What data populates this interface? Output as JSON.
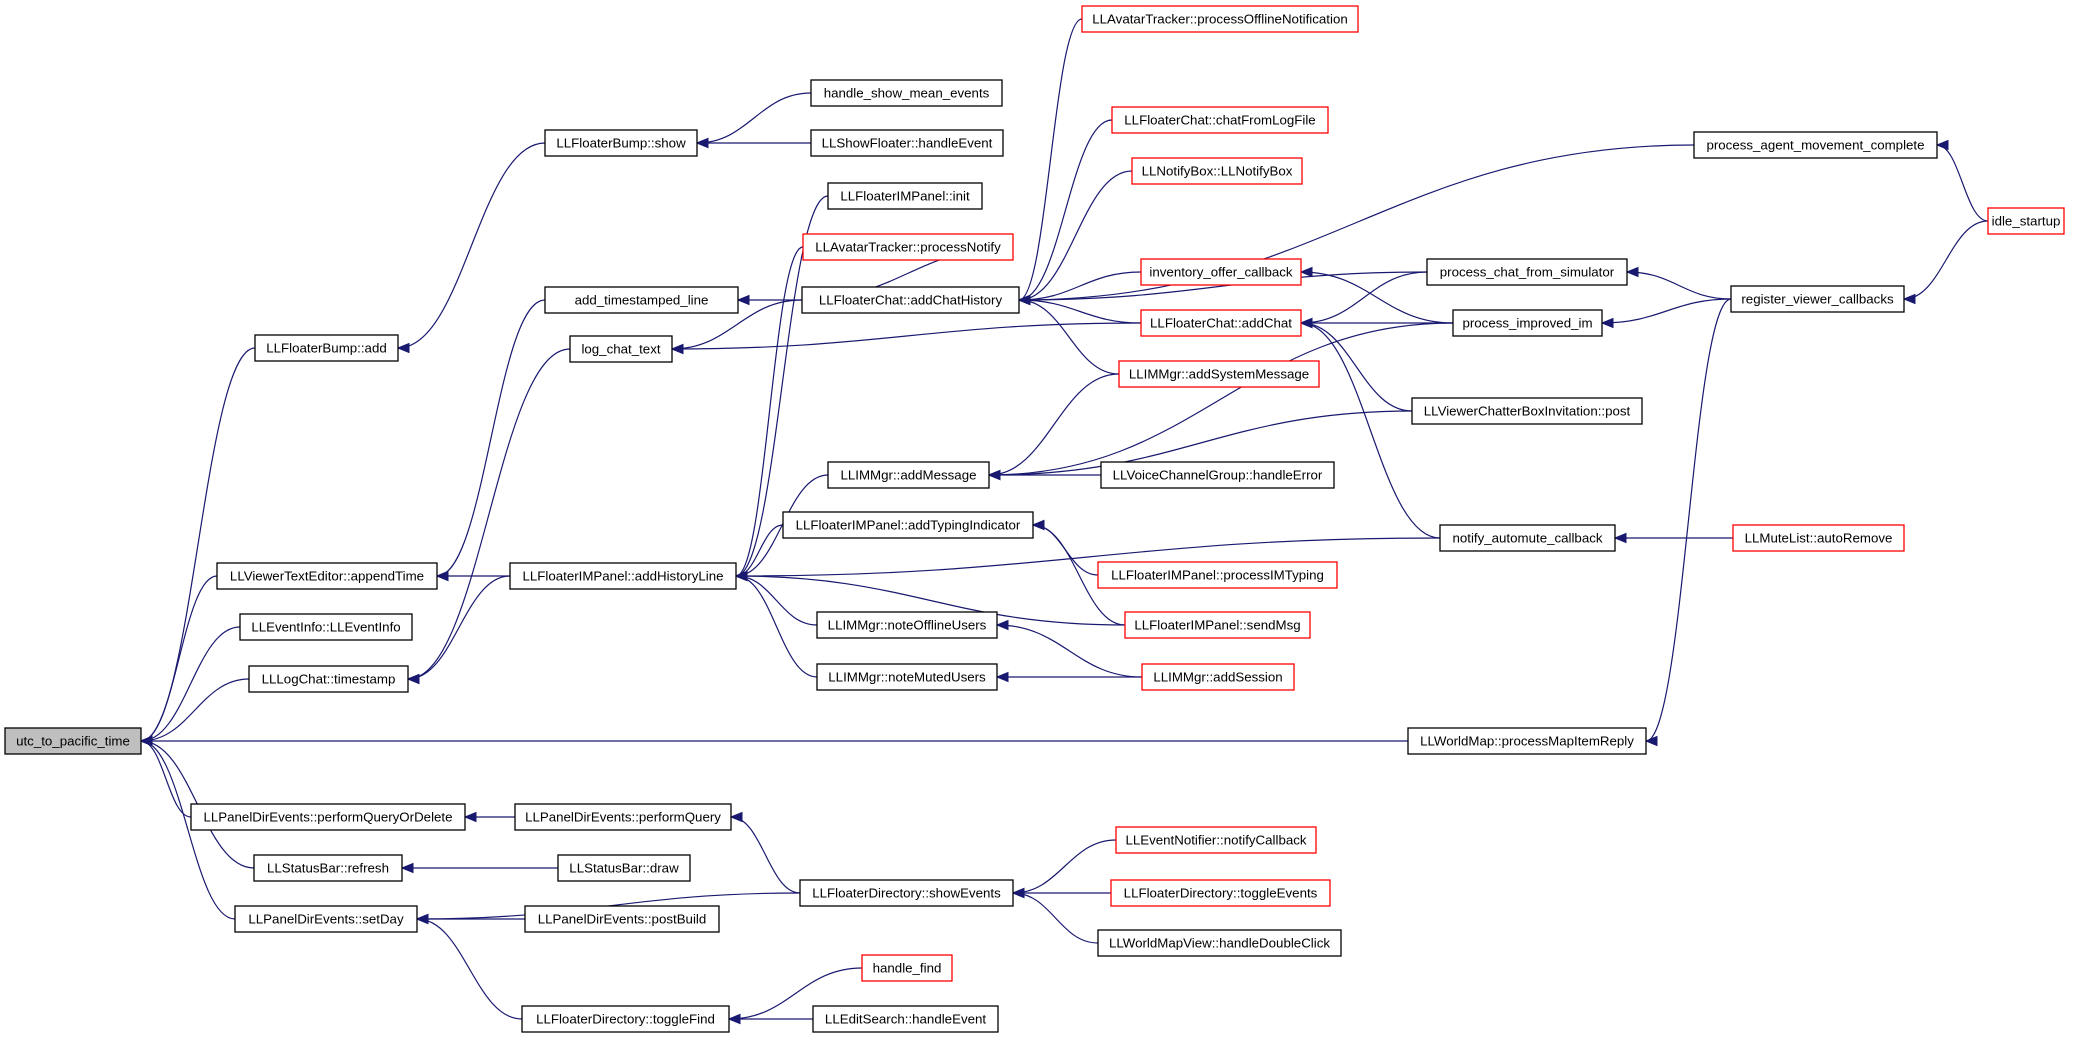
{
  "graph": {
    "title": "",
    "colors": {
      "edge": "#191970",
      "linked_border": "#000000",
      "external_border": "#ff0000",
      "root_fill": "#bfbfbf",
      "node_fill": "#ffffff"
    },
    "nodes": [
      {
        "id": "n0",
        "label": "utc_to_pacific_time",
        "style": "root"
      },
      {
        "id": "n1",
        "label": "LLFloaterBump::add",
        "style": "normal"
      },
      {
        "id": "n2",
        "label": "LLFloaterBump::show",
        "style": "normal"
      },
      {
        "id": "n3",
        "label": "handle_show_mean_events",
        "style": "normal"
      },
      {
        "id": "n4",
        "label": "LLShowFloater::handleEvent",
        "style": "normal"
      },
      {
        "id": "n5",
        "label": "LLViewerTextEditor::appendTime",
        "style": "normal"
      },
      {
        "id": "n6",
        "label": "add_timestamped_line",
        "style": "normal"
      },
      {
        "id": "n7",
        "label": "LLFloaterChat::addChatHistory",
        "style": "normal"
      },
      {
        "id": "n8",
        "label": "LLFloaterIMPanel::addHistoryLine",
        "style": "normal"
      },
      {
        "id": "n9",
        "label": "LLEventInfo::LLEventInfo",
        "style": "normal"
      },
      {
        "id": "n10",
        "label": "LLLogChat::timestamp",
        "style": "normal"
      },
      {
        "id": "n11",
        "label": "log_chat_text",
        "style": "normal"
      },
      {
        "id": "n12",
        "label": "LLPanelDirEvents::performQueryOrDelete",
        "style": "normal"
      },
      {
        "id": "n13",
        "label": "LLPanelDirEvents::performQuery",
        "style": "normal"
      },
      {
        "id": "n14",
        "label": "LLFloaterDirectory::showEvents",
        "style": "normal"
      },
      {
        "id": "n15",
        "label": "LLStatusBar::refresh",
        "style": "normal"
      },
      {
        "id": "n16",
        "label": "LLStatusBar::draw",
        "style": "normal"
      },
      {
        "id": "n17",
        "label": "LLPanelDirEvents::setDay",
        "style": "normal"
      },
      {
        "id": "n18",
        "label": "LLPanelDirEvents::postBuild",
        "style": "normal"
      },
      {
        "id": "n19",
        "label": "LLFloaterDirectory::toggleFind",
        "style": "normal"
      },
      {
        "id": "n20",
        "label": "LLWorldMap::processMapItemReply",
        "style": "normal"
      },
      {
        "id": "n21",
        "label": "register_viewer_callbacks",
        "style": "normal"
      },
      {
        "id": "n22",
        "label": "idle_startup",
        "style": "external"
      },
      {
        "id": "n23",
        "label": "LLAvatarTracker::processOfflineNotification",
        "style": "external"
      },
      {
        "id": "n24",
        "label": "LLFloaterChat::chatFromLogFile",
        "style": "external"
      },
      {
        "id": "n25",
        "label": "LLNotifyBox::LLNotifyBox",
        "style": "external"
      },
      {
        "id": "n26",
        "label": "LLAvatarTracker::processNotify",
        "style": "external"
      },
      {
        "id": "n27",
        "label": "inventory_offer_callback",
        "style": "external"
      },
      {
        "id": "n28",
        "label": "LLFloaterChat::addChat",
        "style": "external"
      },
      {
        "id": "n29",
        "label": "LLIMMgr::addSystemMessage",
        "style": "external"
      },
      {
        "id": "n30",
        "label": "LLFloaterIMPanel::init",
        "style": "normal"
      },
      {
        "id": "n31",
        "label": "process_agent_movement_complete",
        "style": "normal"
      },
      {
        "id": "n32",
        "label": "process_chat_from_simulator",
        "style": "normal"
      },
      {
        "id": "n33",
        "label": "process_improved_im",
        "style": "normal"
      },
      {
        "id": "n34",
        "label": "LLViewerChatterBoxInvitation::post",
        "style": "normal"
      },
      {
        "id": "n35",
        "label": "LLIMMgr::addMessage",
        "style": "normal"
      },
      {
        "id": "n36",
        "label": "LLVoiceChannelGroup::handleError",
        "style": "normal"
      },
      {
        "id": "n37",
        "label": "LLFloaterIMPanel::addTypingIndicator",
        "style": "normal"
      },
      {
        "id": "n38",
        "label": "LLFloaterIMPanel::processIMTyping",
        "style": "external"
      },
      {
        "id": "n39",
        "label": "LLFloaterIMPanel::sendMsg",
        "style": "external"
      },
      {
        "id": "n40",
        "label": "LLIMMgr::noteOfflineUsers",
        "style": "normal"
      },
      {
        "id": "n41",
        "label": "LLIMMgr::noteMutedUsers",
        "style": "normal"
      },
      {
        "id": "n42",
        "label": "LLIMMgr::addSession",
        "style": "external"
      },
      {
        "id": "n43",
        "label": "notify_automute_callback",
        "style": "normal"
      },
      {
        "id": "n44",
        "label": "LLMuteList::autoRemove",
        "style": "external"
      },
      {
        "id": "n45",
        "label": "LLEventNotifier::notifyCallback",
        "style": "external"
      },
      {
        "id": "n46",
        "label": "LLFloaterDirectory::toggleEvents",
        "style": "external"
      },
      {
        "id": "n47",
        "label": "LLWorldMapView::handleDoubleClick",
        "style": "normal"
      },
      {
        "id": "n48",
        "label": "handle_find",
        "style": "external"
      },
      {
        "id": "n49",
        "label": "LLEditSearch::handleEvent",
        "style": "normal"
      }
    ],
    "edges": [
      {
        "from": "n1",
        "to": "n0"
      },
      {
        "from": "n2",
        "to": "n1"
      },
      {
        "from": "n3",
        "to": "n2"
      },
      {
        "from": "n4",
        "to": "n2"
      },
      {
        "from": "n5",
        "to": "n0"
      },
      {
        "from": "n6",
        "to": "n5"
      },
      {
        "from": "n7",
        "to": "n6"
      },
      {
        "from": "n8",
        "to": "n5"
      },
      {
        "from": "n9",
        "to": "n0"
      },
      {
        "from": "n10",
        "to": "n0"
      },
      {
        "from": "n11",
        "to": "n10"
      },
      {
        "from": "n8",
        "to": "n10"
      },
      {
        "from": "n12",
        "to": "n0"
      },
      {
        "from": "n13",
        "to": "n12"
      },
      {
        "from": "n14",
        "to": "n13"
      },
      {
        "from": "n15",
        "to": "n0"
      },
      {
        "from": "n16",
        "to": "n15"
      },
      {
        "from": "n17",
        "to": "n0"
      },
      {
        "from": "n18",
        "to": "n17"
      },
      {
        "from": "n14",
        "to": "n17"
      },
      {
        "from": "n19",
        "to": "n17"
      },
      {
        "from": "n20",
        "to": "n0"
      },
      {
        "from": "n21",
        "to": "n20"
      },
      {
        "from": "n22",
        "to": "n21"
      },
      {
        "from": "n7",
        "to": "n11"
      },
      {
        "from": "n28",
        "to": "n11"
      },
      {
        "from": "n23",
        "to": "n7"
      },
      {
        "from": "n24",
        "to": "n7"
      },
      {
        "from": "n25",
        "to": "n7"
      },
      {
        "from": "n26",
        "to": "n7"
      },
      {
        "from": "n27",
        "to": "n7"
      },
      {
        "from": "n28",
        "to": "n7"
      },
      {
        "from": "n29",
        "to": "n7"
      },
      {
        "from": "n31",
        "to": "n7"
      },
      {
        "from": "n32",
        "to": "n7"
      },
      {
        "from": "n22",
        "to": "n31"
      },
      {
        "from": "n30",
        "to": "n8"
      },
      {
        "from": "n26",
        "to": "n8"
      },
      {
        "from": "n32",
        "to": "n28"
      },
      {
        "from": "n33",
        "to": "n28"
      },
      {
        "from": "n34",
        "to": "n28"
      },
      {
        "from": "n43",
        "to": "n28"
      },
      {
        "from": "n33",
        "to": "n27"
      },
      {
        "from": "n21",
        "to": "n32"
      },
      {
        "from": "n21",
        "to": "n33"
      },
      {
        "from": "n35",
        "to": "n8"
      },
      {
        "from": "n29",
        "to": "n35"
      },
      {
        "from": "n33",
        "to": "n35"
      },
      {
        "from": "n36",
        "to": "n35"
      },
      {
        "from": "n34",
        "to": "n35"
      },
      {
        "from": "n37",
        "to": "n8"
      },
      {
        "from": "n38",
        "to": "n37"
      },
      {
        "from": "n39",
        "to": "n37"
      },
      {
        "from": "n39",
        "to": "n8"
      },
      {
        "from": "n40",
        "to": "n8"
      },
      {
        "from": "n42",
        "to": "n40"
      },
      {
        "from": "n41",
        "to": "n8"
      },
      {
        "from": "n42",
        "to": "n41"
      },
      {
        "from": "n43",
        "to": "n8"
      },
      {
        "from": "n44",
        "to": "n43"
      },
      {
        "from": "n45",
        "to": "n14"
      },
      {
        "from": "n46",
        "to": "n14"
      },
      {
        "from": "n47",
        "to": "n14"
      },
      {
        "from": "n48",
        "to": "n19"
      },
      {
        "from": "n49",
        "to": "n19"
      }
    ]
  }
}
